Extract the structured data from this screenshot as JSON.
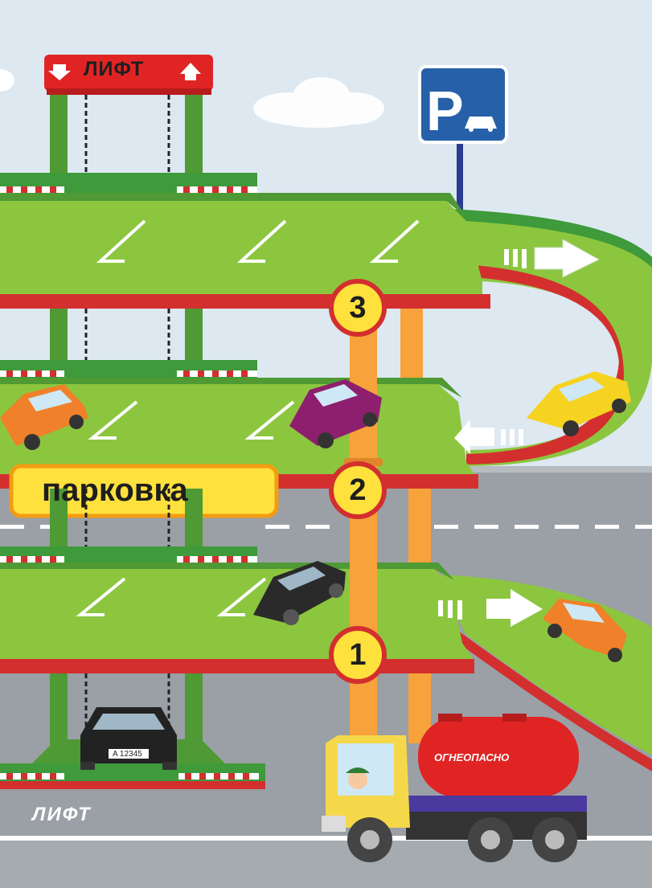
{
  "signs": {
    "lift_top": "ЛИФТ",
    "lift_bottom": "ЛИФТ",
    "parking": "парковка",
    "parking_sign_letter": "P"
  },
  "levels": [
    "1",
    "2",
    "3"
  ],
  "vehicles": {
    "car_plate": "A 12345",
    "tanker_label": "ОГНЕОПАСНО"
  },
  "colors": {
    "sky": "#dfe8ef",
    "road": "#9aa0a6",
    "deck_green": "#8cc63f",
    "deck_edge_red": "#d32f2f",
    "pillar_orange": "#f7a23b",
    "pillar_green": "#4f9a34",
    "sign_blue": "#2660a8",
    "circle_yellow": "#ffe13d",
    "arrow_white": "#ffffff",
    "tanker_red": "#e02424",
    "truck_yellow": "#f5d84a"
  },
  "icons": [
    "down-arrow-icon",
    "up-arrow-icon",
    "parking-sign-icon",
    "direction-arrow-icon"
  ]
}
